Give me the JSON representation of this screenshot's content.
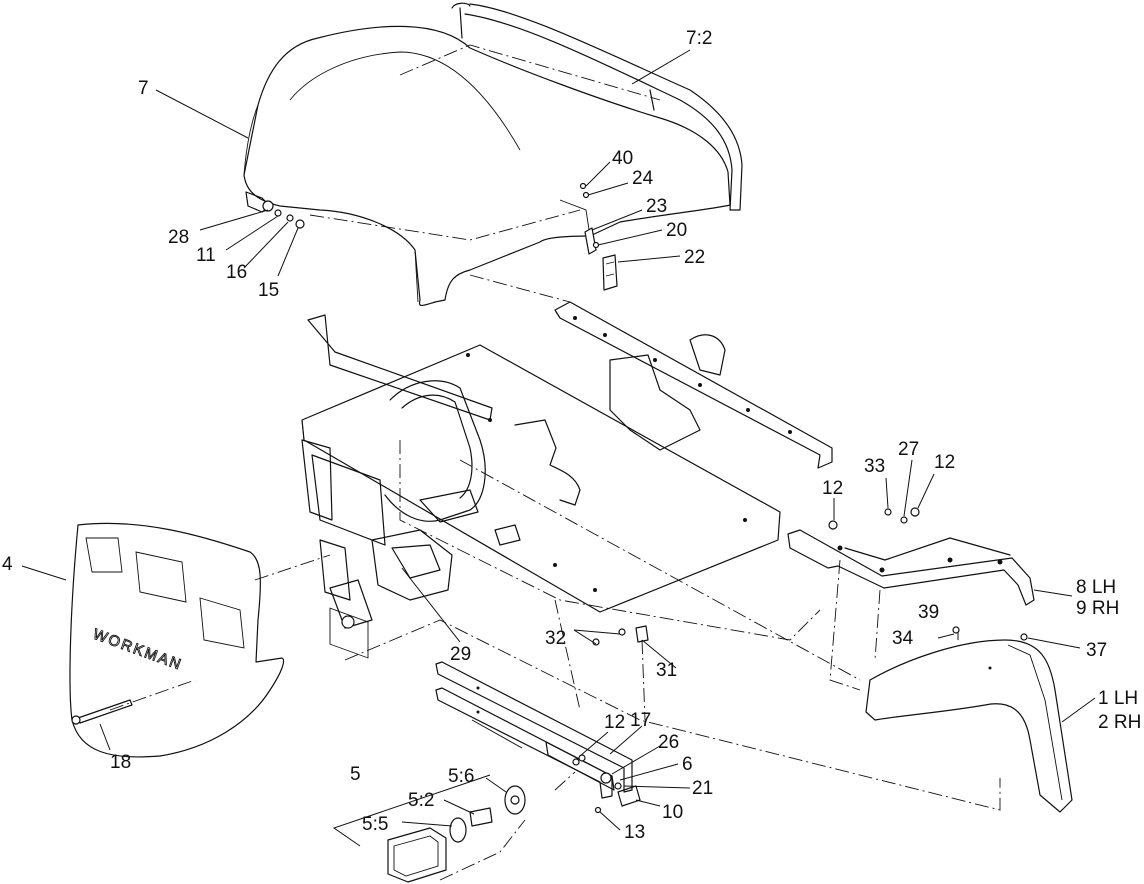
{
  "diagram": {
    "brand_text": "WORKMAN",
    "callouts": [
      {
        "id": "c7",
        "text": "7"
      },
      {
        "id": "c7_2",
        "text": "7:2"
      },
      {
        "id": "c40",
        "text": "40"
      },
      {
        "id": "c24",
        "text": "24"
      },
      {
        "id": "c23",
        "text": "23"
      },
      {
        "id": "c20",
        "text": "20"
      },
      {
        "id": "c22",
        "text": "22"
      },
      {
        "id": "c28",
        "text": "28"
      },
      {
        "id": "c11",
        "text": "11"
      },
      {
        "id": "c16",
        "text": "16"
      },
      {
        "id": "c15",
        "text": "15"
      },
      {
        "id": "c4",
        "text": "4"
      },
      {
        "id": "c29",
        "text": "29"
      },
      {
        "id": "c18",
        "text": "18"
      },
      {
        "id": "c32",
        "text": "32"
      },
      {
        "id": "c31",
        "text": "31"
      },
      {
        "id": "c12a",
        "text": "12"
      },
      {
        "id": "c33",
        "text": "33"
      },
      {
        "id": "c27",
        "text": "27"
      },
      {
        "id": "c12b",
        "text": "12"
      },
      {
        "id": "c8",
        "text": "8 LH"
      },
      {
        "id": "c9",
        "text": "9 RH"
      },
      {
        "id": "c39",
        "text": "39"
      },
      {
        "id": "c34",
        "text": "34"
      },
      {
        "id": "c37",
        "text": "37"
      },
      {
        "id": "c1",
        "text": "1 LH"
      },
      {
        "id": "c2",
        "text": "2 RH"
      },
      {
        "id": "c12c",
        "text": "12"
      },
      {
        "id": "c17",
        "text": "17"
      },
      {
        "id": "c26",
        "text": "26"
      },
      {
        "id": "c6",
        "text": "6"
      },
      {
        "id": "c21",
        "text": "21"
      },
      {
        "id": "c10",
        "text": "10"
      },
      {
        "id": "c13",
        "text": "13"
      },
      {
        "id": "c5",
        "text": "5"
      },
      {
        "id": "c5_6",
        "text": "5:6"
      },
      {
        "id": "c5_2",
        "text": "5:2"
      },
      {
        "id": "c5_5",
        "text": "5:5"
      }
    ]
  }
}
